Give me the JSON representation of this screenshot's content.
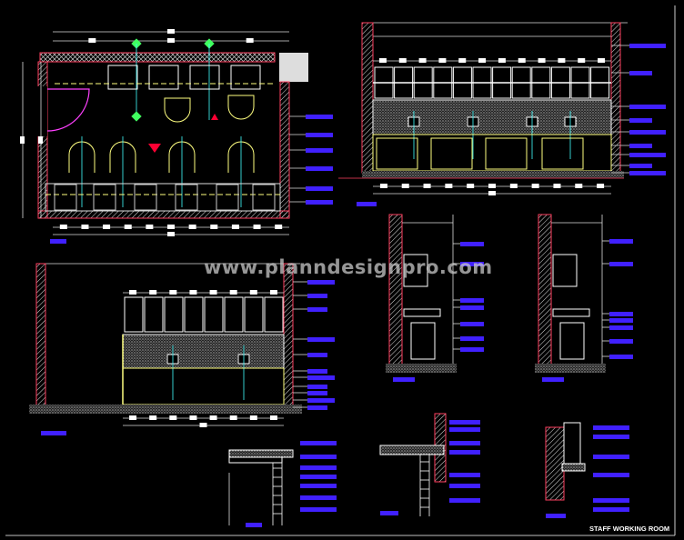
{
  "drawing": {
    "title": "STAFF WORKING ROOM",
    "watermark": "www.planndesignpro.com",
    "views": [
      "plan",
      "elevation-1",
      "elevation-2",
      "section-a",
      "section-b",
      "detail-1",
      "detail-2",
      "detail-3"
    ]
  },
  "colors": {
    "background": "#000000",
    "wall": "#ff4060",
    "linework": "#ffffff",
    "fixture": "#ffff80",
    "centerline": "#40ffff",
    "door": "#ff40ff",
    "label_tag": "#4020ff",
    "symbol_green": "#40ff60"
  }
}
